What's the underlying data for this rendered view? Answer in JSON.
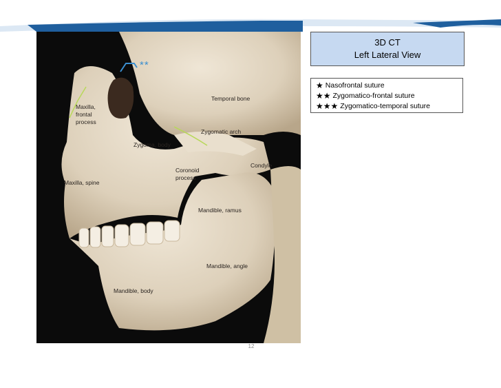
{
  "slide": {
    "title_line1": "3D CT",
    "title_line2": "Left Lateral View",
    "page_number": "12"
  },
  "legend": {
    "items": [
      {
        "stars": "★",
        "label": "Nasofrontal suture"
      },
      {
        "stars": "★★",
        "label": "Zygomatico-frontal suture"
      },
      {
        "stars": "★★★",
        "label": "Zygomatico-temporal suture"
      }
    ]
  },
  "image_labels": {
    "zf_marker": "**",
    "maxilla_frontal": "Maxilla,\nfrontal\nprocess",
    "temporal_bone": "Temporal bone",
    "zygomatic_arch": "Zygomatic arch",
    "zygoma_body": "Zygoma, body",
    "condyle": "Condyle",
    "coronoid": "Coronoid\nprocess",
    "maxilla_spine": "Maxilla, spine",
    "mandible_ramus": "Mandible, ramus",
    "mandible_angle": "Mandible, angle",
    "mandible_body": "Mandible, body"
  },
  "colors": {
    "banner": "#1f5f9e",
    "suture_line": "#b8d85a",
    "marker": "#3b8fd0",
    "bone": "#e6dccb"
  }
}
